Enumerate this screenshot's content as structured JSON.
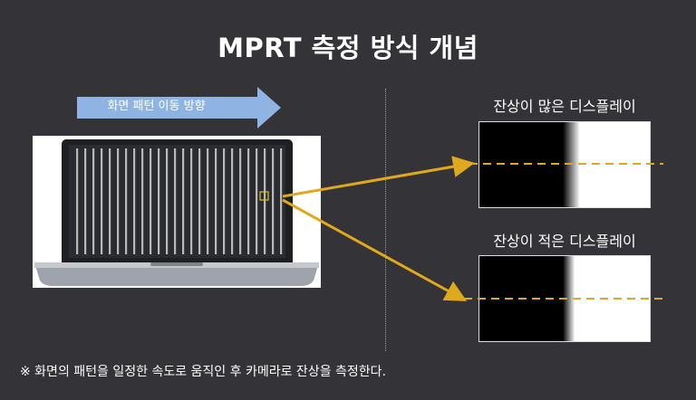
{
  "title": "MPRT 측정 방식 개념",
  "arrow_label": "화면 패턴 이동 방향",
  "panels": [
    {
      "label": "잔상이 많은 디스플레이"
    },
    {
      "label": "잔상이 적은 디스플레이"
    }
  ],
  "footnote": "※ 화면의 패턴을 일정한 속도로 움직인 후 카메라로 잔상을 측정한다.",
  "colors": {
    "background": "#333338",
    "arrow_fill": "#8fb4e3",
    "pointer_line": "#e0a81c"
  }
}
